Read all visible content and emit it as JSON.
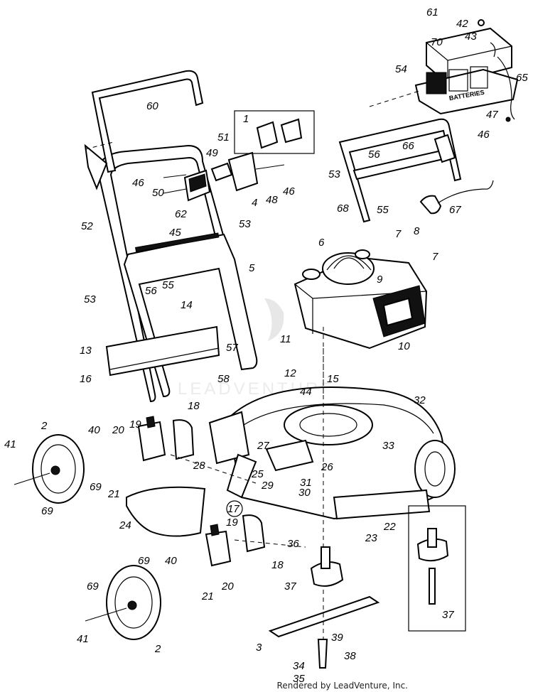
{
  "diagram": {
    "credit": "Rendered by LeadVenture, Inc.",
    "watermark": "LEADVENTURE",
    "battery_label": "BATTERIES",
    "callouts": [
      {
        "id": "c61",
        "label": "61"
      },
      {
        "id": "c42",
        "label": "42"
      },
      {
        "id": "c43",
        "label": "43"
      },
      {
        "id": "c70",
        "label": "70"
      },
      {
        "id": "c54",
        "label": "54"
      },
      {
        "id": "c65",
        "label": "65"
      },
      {
        "id": "c47",
        "label": "47"
      },
      {
        "id": "c60",
        "label": "60"
      },
      {
        "id": "c1",
        "label": "1"
      },
      {
        "id": "c51",
        "label": "51"
      },
      {
        "id": "c49",
        "label": "49"
      },
      {
        "id": "c46a",
        "label": "46"
      },
      {
        "id": "c46b",
        "label": "46"
      },
      {
        "id": "c46c",
        "label": "46"
      },
      {
        "id": "c50",
        "label": "50"
      },
      {
        "id": "c62",
        "label": "62"
      },
      {
        "id": "c4",
        "label": "4"
      },
      {
        "id": "c48",
        "label": "48"
      },
      {
        "id": "c45",
        "label": "45"
      },
      {
        "id": "c52",
        "label": "52"
      },
      {
        "id": "c53a",
        "label": "53"
      },
      {
        "id": "c53b",
        "label": "53"
      },
      {
        "id": "c53c",
        "label": "53"
      },
      {
        "id": "c56a",
        "label": "56"
      },
      {
        "id": "c56b",
        "label": "56"
      },
      {
        "id": "c55a",
        "label": "55"
      },
      {
        "id": "c55b",
        "label": "55"
      },
      {
        "id": "c66",
        "label": "66"
      },
      {
        "id": "c68",
        "label": "68"
      },
      {
        "id": "c67",
        "label": "67"
      },
      {
        "id": "c5",
        "label": "5"
      },
      {
        "id": "c6",
        "label": "6"
      },
      {
        "id": "c7a",
        "label": "7"
      },
      {
        "id": "c7b",
        "label": "7"
      },
      {
        "id": "c8",
        "label": "8"
      },
      {
        "id": "c9",
        "label": "9"
      },
      {
        "id": "c10",
        "label": "10"
      },
      {
        "id": "c14",
        "label": "14"
      },
      {
        "id": "c13",
        "label": "13"
      },
      {
        "id": "c16",
        "label": "16"
      },
      {
        "id": "c57",
        "label": "57"
      },
      {
        "id": "c11",
        "label": "11"
      },
      {
        "id": "c12",
        "label": "12"
      },
      {
        "id": "c15",
        "label": "15"
      },
      {
        "id": "c58",
        "label": "58"
      },
      {
        "id": "c44",
        "label": "44"
      },
      {
        "id": "c32",
        "label": "32"
      },
      {
        "id": "c18a",
        "label": "18"
      },
      {
        "id": "c18b",
        "label": "18"
      },
      {
        "id": "c2a",
        "label": "2"
      },
      {
        "id": "c2b",
        "label": "2"
      },
      {
        "id": "c40a",
        "label": "40"
      },
      {
        "id": "c40b",
        "label": "40"
      },
      {
        "id": "c20a",
        "label": "20"
      },
      {
        "id": "c20b",
        "label": "20"
      },
      {
        "id": "c19a",
        "label": "19"
      },
      {
        "id": "c19b",
        "label": "19"
      },
      {
        "id": "c41a",
        "label": "41"
      },
      {
        "id": "c41b",
        "label": "41"
      },
      {
        "id": "c69a",
        "label": "69"
      },
      {
        "id": "c69b",
        "label": "69"
      },
      {
        "id": "c69c",
        "label": "69"
      },
      {
        "id": "c69d",
        "label": "69"
      },
      {
        "id": "c21a",
        "label": "21"
      },
      {
        "id": "c21b",
        "label": "21"
      },
      {
        "id": "c27",
        "label": "27"
      },
      {
        "id": "c33",
        "label": "33"
      },
      {
        "id": "c25",
        "label": "25"
      },
      {
        "id": "c26",
        "label": "26"
      },
      {
        "id": "c28",
        "label": "28"
      },
      {
        "id": "c29",
        "label": "29"
      },
      {
        "id": "c31",
        "label": "31"
      },
      {
        "id": "c30",
        "label": "30"
      },
      {
        "id": "c24",
        "label": "24"
      },
      {
        "id": "c17",
        "label": "17"
      },
      {
        "id": "c22",
        "label": "22"
      },
      {
        "id": "c23",
        "label": "23"
      },
      {
        "id": "c36",
        "label": "36"
      },
      {
        "id": "c37a",
        "label": "37"
      },
      {
        "id": "c37b",
        "label": "37"
      },
      {
        "id": "c3",
        "label": "3"
      },
      {
        "id": "c39",
        "label": "39"
      },
      {
        "id": "c38",
        "label": "38"
      },
      {
        "id": "c34",
        "label": "34"
      },
      {
        "id": "c35",
        "label": "35"
      }
    ]
  }
}
